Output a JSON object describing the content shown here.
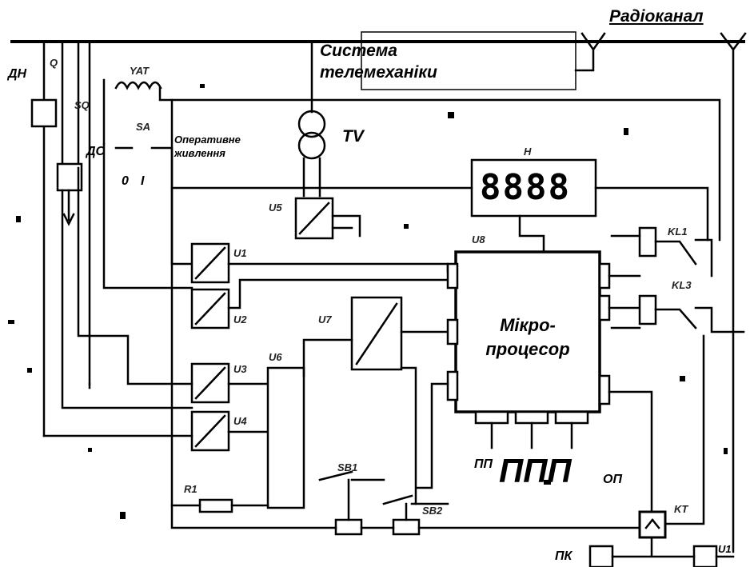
{
  "labels": {
    "radio_channel": "Радіоканал",
    "telemechanics_system": "Система\nтелемеханіки",
    "dn": "ДН",
    "ds": "ДС",
    "zero": "0",
    "one": "I",
    "operative_power": "Оперативне\nживлення",
    "tv": "TV",
    "microprocessor": "Мікро-\nпроцесор",
    "pp": "ПП",
    "ppp": "ППП",
    "op": "ОП",
    "pk": "ПК",
    "u1_bottom": "U1"
  },
  "display": {
    "digits": "8888"
  },
  "component_tags": {
    "q": "Q",
    "sq": "SQ",
    "yat": "YAT",
    "sa": "SA",
    "u1": "U1",
    "u2": "U2",
    "u3": "U3",
    "u4": "U4",
    "u5": "U5",
    "u6": "U6",
    "u7": "U7",
    "u8": "U8",
    "kl1": "KL1",
    "kl3": "KL3",
    "r1": "R1",
    "sb1": "SB1",
    "sb2": "SB2",
    "kt": "KT",
    "h": "H"
  }
}
